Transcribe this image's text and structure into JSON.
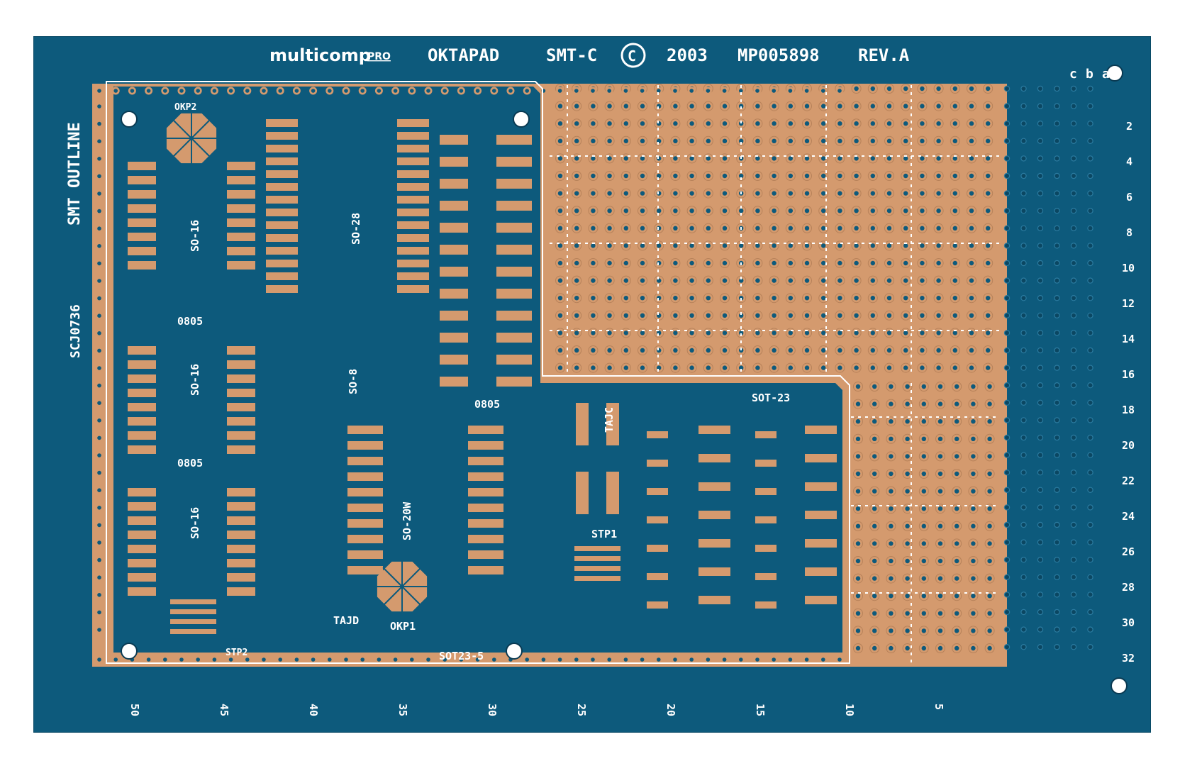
{
  "header": {
    "brand": "multicomp",
    "brand_suffix": "PRO",
    "title": "OKTAPAD",
    "model": "SMT-C",
    "copyright_symbol": "C",
    "year": "2003",
    "part_number": "MP005898",
    "revision": "REV.A"
  },
  "side": {
    "outline_label": "SMT OUTLINE",
    "code": "SCJ0736"
  },
  "row_letters": [
    "c",
    "b",
    "a"
  ],
  "row_numbers": [
    "2",
    "4",
    "6",
    "8",
    "10",
    "12",
    "14",
    "16",
    "18",
    "20",
    "22",
    "24",
    "26",
    "28",
    "30",
    "32"
  ],
  "column_numbers": [
    "50",
    "45",
    "40",
    "35",
    "30",
    "25",
    "20",
    "15",
    "10",
    "5"
  ],
  "footprints": {
    "okp2": "OKP2",
    "so16_top": "SO-16",
    "so16_mid": "SO-16",
    "so16_bottom": "SO-16",
    "so28": "SO-28",
    "so8": "SO-8",
    "so20w": "SO-20W",
    "r0805_a": "0805",
    "r0805_b": "0805",
    "r0805_c": "0805",
    "tajc": "TAJC",
    "tajd": "TAJD",
    "stp1": "STP1",
    "stp2": "STP2",
    "okp1": "OKP1",
    "sot23": "SOT-23",
    "sot23_5": "SOT23-5"
  },
  "colors": {
    "board": "#0d5a7c",
    "copper": "#d49a6e",
    "silkscreen": "#ffffff",
    "background": "#ffffff"
  }
}
